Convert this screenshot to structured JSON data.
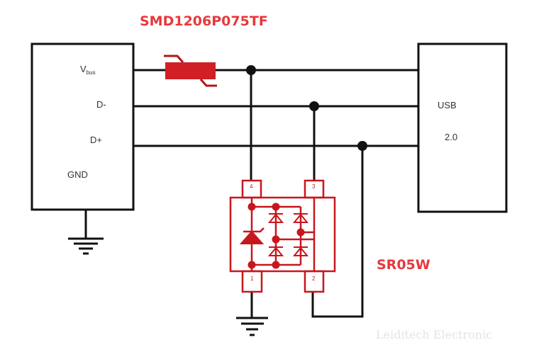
{
  "colors": {
    "wire": "#111111",
    "component": "#c8161d",
    "label_red": "#e8383d"
  },
  "watermark": {
    "text": "Leiditech Electronic"
  },
  "fuse": {
    "part_number": "SMD1206P075TF"
  },
  "tvs": {
    "part_number": "SR05W",
    "pins": [
      "1",
      "2",
      "3",
      "4"
    ]
  },
  "left_connector": {
    "pins": {
      "vbus_main": "V",
      "vbus_sub": "bus",
      "dminus": "D-",
      "dplus": "D+",
      "gnd": "GND"
    }
  },
  "right_connector": {
    "line1": "USB",
    "line2": "2.0"
  }
}
